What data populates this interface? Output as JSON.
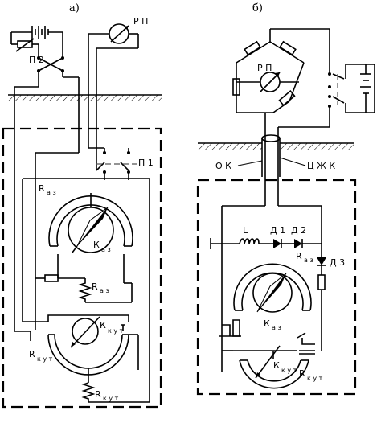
{
  "panels": {
    "a": {
      "title": "а)"
    },
    "b": {
      "title": "б)"
    }
  },
  "labels_a": {
    "rp": "Р П",
    "p2": "П 2",
    "p1": "П 1",
    "r_az_main": "R",
    "r_az_sub": "а з",
    "k_az_main": "К",
    "k_az_sub": "а з",
    "r_az2_main": "R",
    "r_az2_sub": "а з",
    "k_kut_main": "К",
    "k_kut_sub": "к у т",
    "r_kut_main": "R",
    "r_kut_sub": "к у т",
    "r_kut2_main": "R",
    "r_kut2_sub": "к у т"
  },
  "labels_b": {
    "rp": "Р П",
    "ok": "О К",
    "czhk": "Ц Ж К",
    "l": "L",
    "d1": "Д 1",
    "d2": "Д 2",
    "d3": "Д 3",
    "r_az_main": "R",
    "r_az_sub": "а з",
    "k_az_main": "К",
    "k_az_sub": "а з",
    "k_kut_main": "К",
    "k_kut_sub": "к у т",
    "r_kut_main": "R",
    "r_kut_sub": "к у т"
  }
}
